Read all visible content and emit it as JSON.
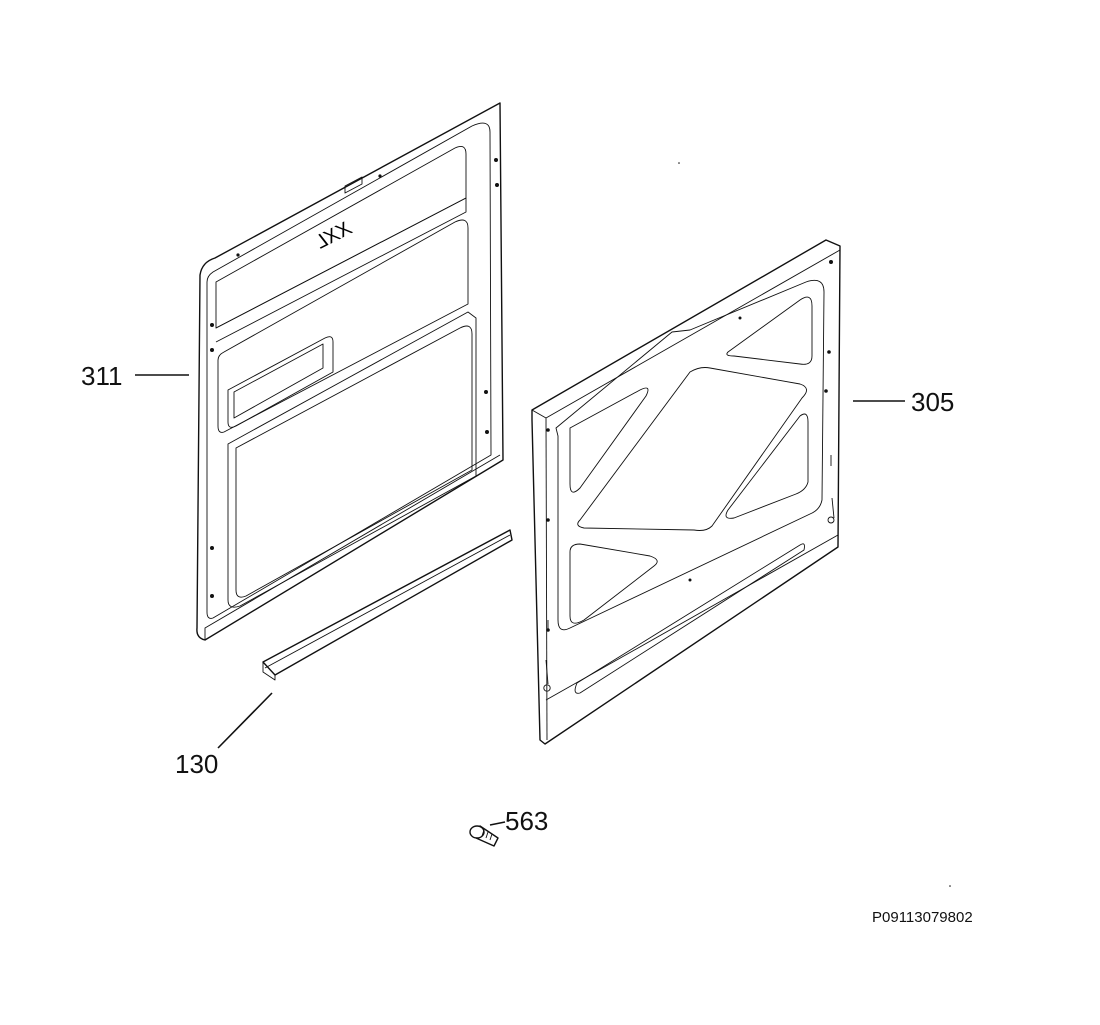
{
  "parts": {
    "inner_door": {
      "number": "311",
      "icon": "inner-door-panel-icon",
      "mark_text": "XXL"
    },
    "outer_door": {
      "number": "305",
      "icon": "outer-door-panel-icon"
    },
    "seal_strip": {
      "number": "130",
      "icon": "door-bottom-seal-strip-icon"
    },
    "screw": {
      "number": "563",
      "icon": "screw-icon"
    }
  },
  "drawing_code": "P09113079802"
}
